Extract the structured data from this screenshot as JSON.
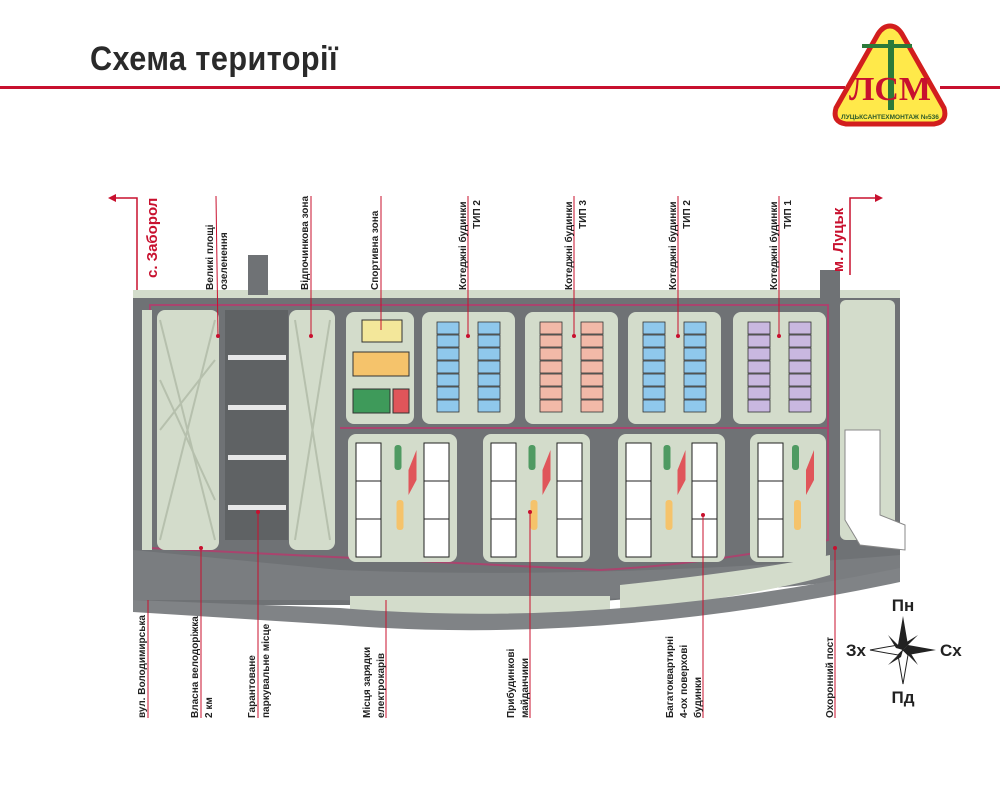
{
  "header": {
    "title": "Схема території"
  },
  "logo": {
    "letters": "ЛСМ",
    "company": "ЛУЦЬКСАНТЕХМОНТАЖ №536"
  },
  "directions": {
    "west_village": "с. Заборол",
    "east_city": "м. Луцьк"
  },
  "top_labels": [
    {
      "line1": "Великі площі",
      "line2": "озеленення"
    },
    {
      "line1": "Відпочинкова зона",
      "line2": ""
    },
    {
      "line1": "Спортивна зона",
      "line2": ""
    },
    {
      "line1": "Котеджні будинки",
      "line2": "ТИП 2"
    },
    {
      "line1": "Котеджні будинки",
      "line2": "ТИП 3"
    },
    {
      "line1": "Котеджні будинки",
      "line2": "ТИП 2"
    },
    {
      "line1": "Котеджні будинки",
      "line2": "ТИП 1"
    }
  ],
  "bottom_labels": [
    {
      "line1": "вул. Володимирська",
      "line2": "",
      "line3": ""
    },
    {
      "line1": "Власна велодоріжка",
      "line2": "2 км",
      "line3": ""
    },
    {
      "line1": "Гарантоване",
      "line2": "паркувальне місце",
      "line3": ""
    },
    {
      "line1": "Місця зарядки",
      "line2": "електрокарів",
      "line3": ""
    },
    {
      "line1": "Прибудинкові",
      "line2": "майданчики",
      "line3": ""
    },
    {
      "line1": "Багатоквартирні",
      "line2": "4-ох поверхові",
      "line3": "будинки"
    },
    {
      "line1": "Охоронний пост",
      "line2": "",
      "line3": ""
    }
  ],
  "compass": {
    "north": "Пн",
    "south": "Пд",
    "west": "Зх",
    "east": "Сх"
  },
  "colors": {
    "accent": "#c8102e",
    "road": "#6f7275",
    "green": "#d3dccb",
    "cottage_type1": "#c9b8e0",
    "cottage_type2": "#8fc8ec",
    "cottage_type3": "#f2b9a8"
  }
}
